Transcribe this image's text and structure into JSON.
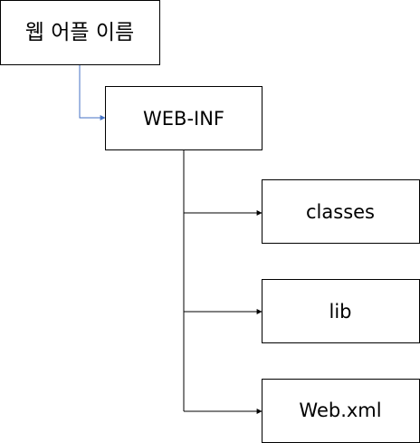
{
  "diagram": {
    "root": {
      "label": "웹 어플 이름"
    },
    "folder": {
      "label": "WEB-INF"
    },
    "children": [
      {
        "label": "classes"
      },
      {
        "label": "lib"
      },
      {
        "label": "Web.xml"
      }
    ]
  },
  "colors": {
    "box_border": "#000000",
    "tree_connector": "#000000",
    "root_connector": "#4472c4"
  }
}
